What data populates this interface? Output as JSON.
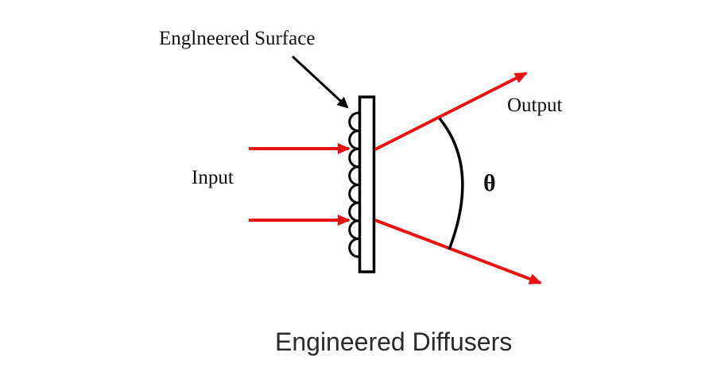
{
  "diagram": {
    "title": "Engineered Diffusers",
    "labels": {
      "surface": "Englneered Surface",
      "input": "Input",
      "output": "Output",
      "angle": "θ"
    },
    "lenslet_count": 8,
    "input_ray_count": 2,
    "output_ray_count": 2,
    "colors": {
      "ray": "#ee1111",
      "outline": "#000000",
      "text": "#111111",
      "title": "#2a2a2a",
      "background": "#ffffff"
    }
  }
}
